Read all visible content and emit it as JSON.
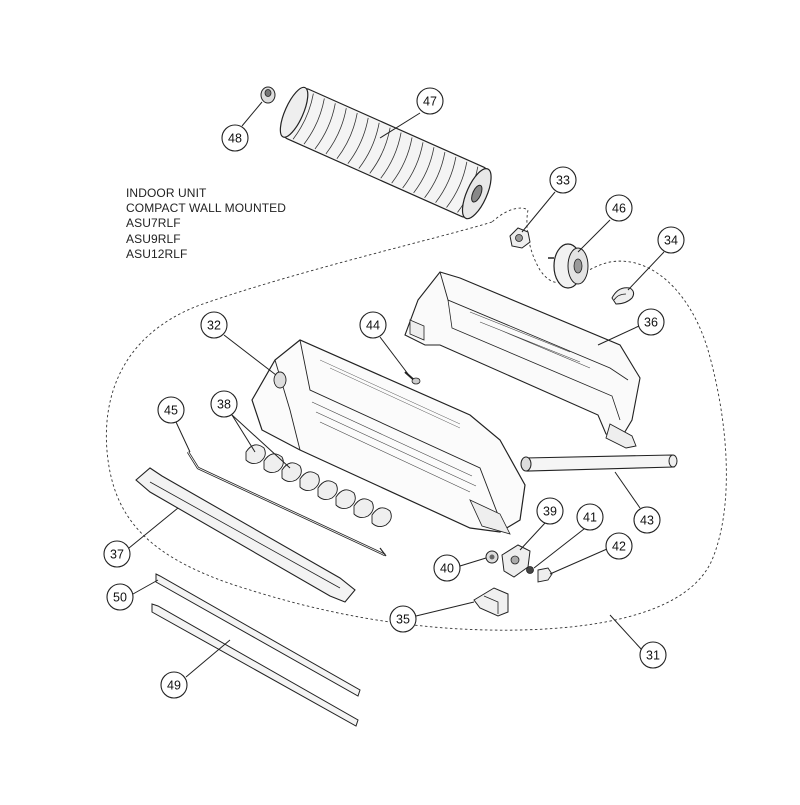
{
  "title_lines": [
    "INDOOR UNIT",
    "COMPACT WALL MOUNTED",
    "ASU7RLF",
    "ASU9RLF",
    "ASU12RLF"
  ],
  "callouts": [
    {
      "id": "47",
      "label": "47"
    },
    {
      "id": "48",
      "label": "48"
    },
    {
      "id": "33",
      "label": "33"
    },
    {
      "id": "46",
      "label": "46"
    },
    {
      "id": "34",
      "label": "34"
    },
    {
      "id": "36",
      "label": "36"
    },
    {
      "id": "44",
      "label": "44"
    },
    {
      "id": "32",
      "label": "32"
    },
    {
      "id": "45",
      "label": "45"
    },
    {
      "id": "38",
      "label": "38"
    },
    {
      "id": "43",
      "label": "43"
    },
    {
      "id": "39",
      "label": "39"
    },
    {
      "id": "41",
      "label": "41"
    },
    {
      "id": "42",
      "label": "42"
    },
    {
      "id": "40",
      "label": "40"
    },
    {
      "id": "37",
      "label": "37"
    },
    {
      "id": "50",
      "label": "50"
    },
    {
      "id": "35",
      "label": "35"
    },
    {
      "id": "31",
      "label": "31"
    },
    {
      "id": "49",
      "label": "49"
    }
  ],
  "colors": {
    "line": "#2a2a2a",
    "fill": "#ffffff",
    "shade": "#cfcfcf"
  }
}
